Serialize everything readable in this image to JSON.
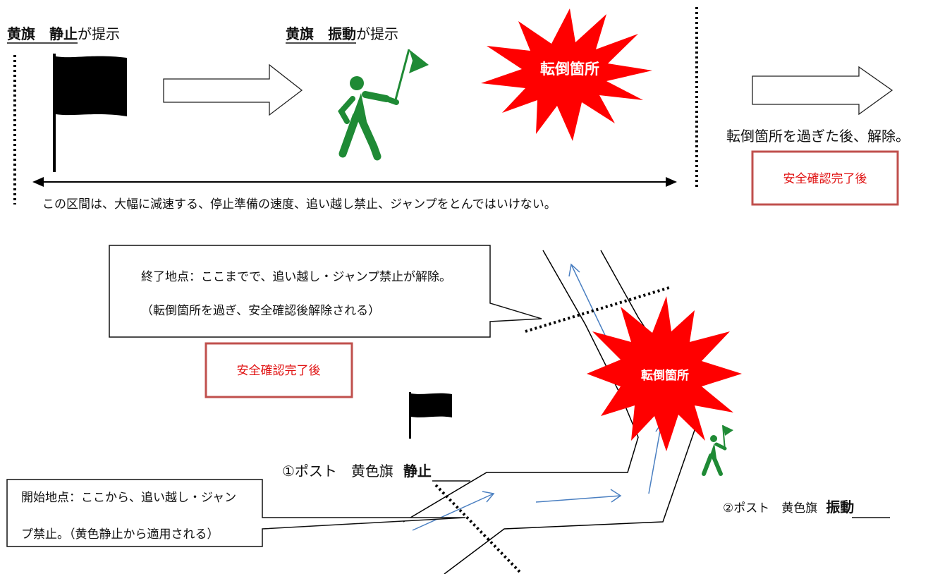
{
  "top": {
    "heading_left_bold": "黄旗　静止",
    "heading_left_rest": "が提示",
    "heading_mid_bold": "黄旗　振動",
    "heading_mid_rest": "が提示",
    "burst_label": "転倒箇所",
    "release_text": "転倒箇所を過ぎた後、解除。",
    "safety_box": "安全確認完了後",
    "zone_text": "この区間は、大幅に減速する、停止準備の速度、追い越し禁止、ジャンプをとんではいけない。"
  },
  "bottom": {
    "end_callout_line1": "終了地点：ここまでで、追い越し・ジャンプ禁止が解除。",
    "end_callout_line2": "（転倒箇所を過ぎ、安全確認後解除される）",
    "safety_box": "安全確認完了後",
    "burst_label": "転倒箇所",
    "post1_prefix": "①ポスト　黄色旗",
    "post1_state": "静止",
    "post2_prefix": "②ポスト　黄色旗",
    "post2_state": "振動",
    "start_callout_line1": "開始地点：ここから、追い越し・ジャン",
    "start_callout_line2": "プ禁止。（黄色静止から適用される）"
  },
  "colors": {
    "flag_black": "#000000",
    "marshal_green": "#1f8a35",
    "burst_red": "#ff0000",
    "safety_border": "#c0504d",
    "safety_text": "#e01010",
    "arrow_blue": "#4a7fc1"
  },
  "icons": [
    "black-flag-icon",
    "flag-marshal-icon",
    "crash-burst-icon",
    "right-arrow-icon"
  ]
}
